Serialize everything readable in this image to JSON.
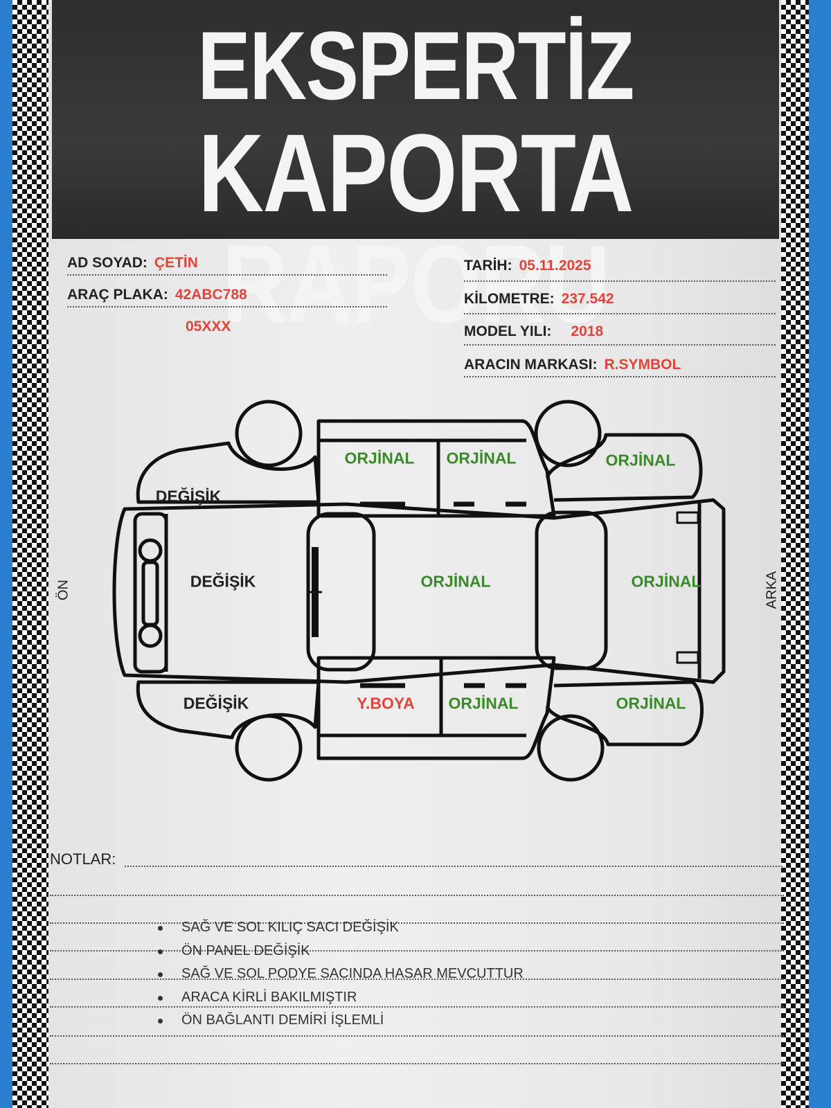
{
  "header": {
    "title_line1": "EKSPERTİZ",
    "title_line2": "KAPORTA RAPORU"
  },
  "fields": {
    "name": {
      "label": "AD SOYAD:",
      "value": "ÇETİN"
    },
    "plate": {
      "label": "ARAÇ PLAKA:",
      "value": "42ABC788",
      "extra": "05XXX"
    },
    "date": {
      "label": "TARİH:",
      "value": "05.11.2025"
    },
    "km": {
      "label": "KİLOMETRE:",
      "value": "237.542"
    },
    "year": {
      "label": "MODEL YILI:",
      "value": "2018"
    },
    "brand": {
      "label": "ARACIN MARKASI:",
      "value": "R.SYMBOL"
    }
  },
  "diagram": {
    "front_label": "ÖN",
    "rear_label": "ARKA",
    "parts": {
      "left_front_fender": "DEĞİŞİK",
      "left_front_door": "ORJİNAL",
      "left_rear_door": "ORJİNAL",
      "left_rear_fender": "ORJİNAL",
      "hood": "DEĞİŞİK",
      "roof": "ORJİNAL",
      "trunk": "ORJİNAL",
      "right_front_fender": "DEĞİŞİK",
      "right_front_door": "Y.BOYA",
      "right_rear_door": "ORJİNAL",
      "right_rear_fender": "ORJİNAL"
    },
    "colors": {
      "original": "#3a8a2a",
      "painted": "#e0443a",
      "changed": "#222222"
    }
  },
  "notes": {
    "label": "NOTLAR:",
    "items": [
      "SAĞ VE SOL KILIÇ SACI DEĞİŞİK",
      "ÖN PANEL DEĞİŞİK",
      "SAĞ VE SOL PODYE SACINDA HASAR MEVCUTTUR",
      "ARACA KİRLİ BAKILMIŞTIR",
      "ÖN BAĞLANTI DEMİRİ İŞLEMLİ"
    ]
  }
}
